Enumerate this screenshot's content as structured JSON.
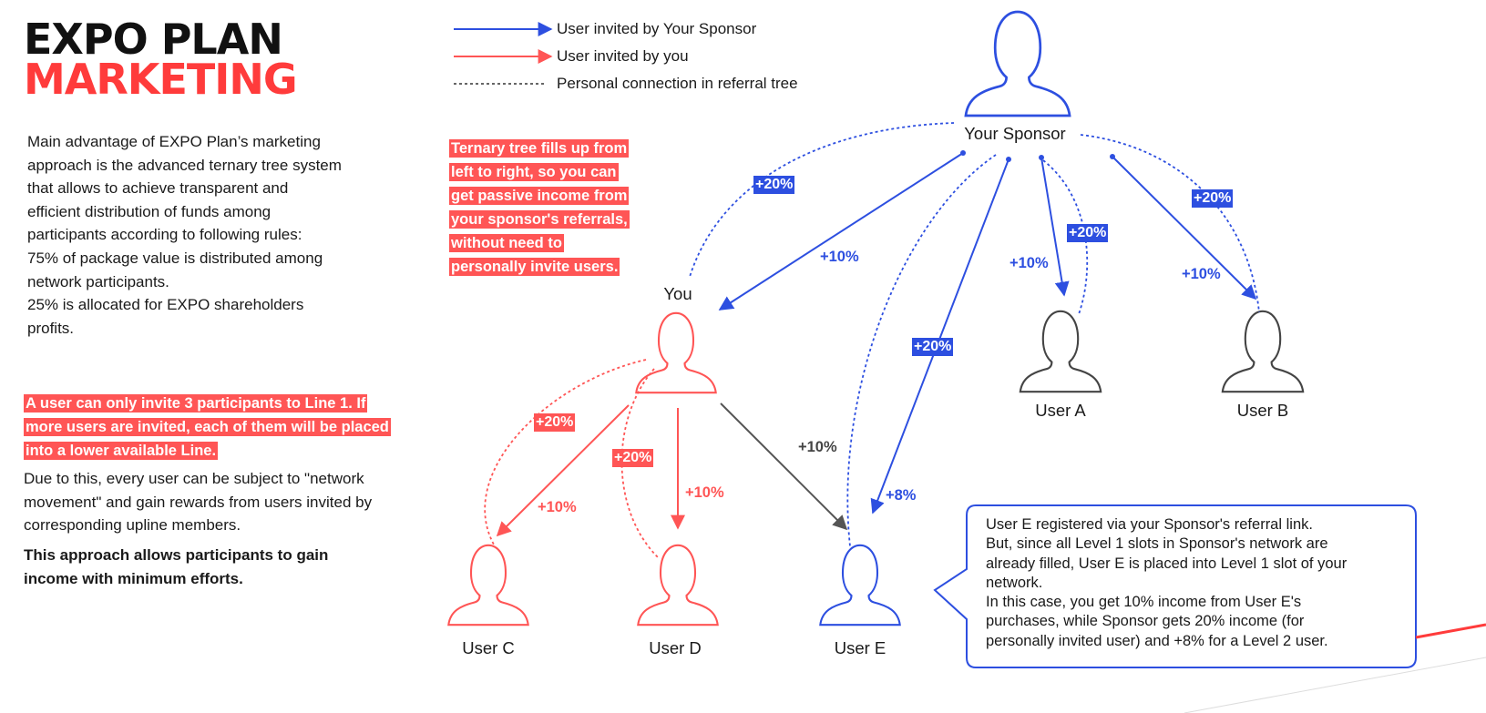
{
  "title": {
    "line1": "EXPO PLAN",
    "line2": "MARKETING"
  },
  "intro_lines": [
    "Main advantage of EXPO Plan’s marketing",
    "approach is the advanced ternary tree system",
    "that allows to achieve transparent and",
    "efficient distribution of funds among",
    "participants according to following rules:",
    "75% of package value is distributed among",
    "network participants.",
    "25% is allocated for EXPO shareholders",
    "profits."
  ],
  "rule_highlight": "A user can only invite 3 participants to Line 1. If more users are invited, each of them will be placed into a lower available Line.",
  "due_lines": [
    "Due to this, every user can be subject to \"network",
    "movement\" and gain rewards from users invited by",
    "corresponding upline members."
  ],
  "approach_lines": [
    "This approach allows participants to gain",
    "income with minimum efforts."
  ],
  "ternary_note": "Ternary tree fills up from left to right, so you can get passive income from your sponsor's referrals, without need to personally invite users.",
  "legend": [
    {
      "label": "User invited by Your Sponsor"
    },
    {
      "label": "User invited by you"
    },
    {
      "label": "Personal connection in referral tree"
    }
  ],
  "nodes": {
    "sponsor": "Your Sponsor",
    "you": "You",
    "user_a": "User A",
    "user_b": "User B",
    "user_c": "User C",
    "user_d": "User D",
    "user_e": "User E"
  },
  "percentages": {
    "sponsor_you_badge": "+20%",
    "sponsor_you": "+10%",
    "sponsor_e_badge": "+20%",
    "sponsor_e": "+8%",
    "sponsor_a_badge": "+20%",
    "sponsor_a": "+10%",
    "sponsor_b_badge": "+20%",
    "sponsor_b": "+10%",
    "you_c_badge": "+20%",
    "you_c": "+10%",
    "you_d_badge": "+20%",
    "you_d": "+10%",
    "you_e": "+10%"
  },
  "callout_lines": [
    "User E registered via your Sponsor's referral link.",
    "But, since all Level 1 slots in Sponsor's network are",
    "already filled, User E is placed into Level 1 slot of your",
    "network.",
    "In this case, you get 10% income from User E's",
    "purchases, while Sponsor gets 20% income (for",
    "personally invited user) and +8% for a Level 2 user."
  ],
  "colors": {
    "blue": "#2d4fe0",
    "red": "#ff5555",
    "grey": "#555555",
    "black": "#111111"
  }
}
